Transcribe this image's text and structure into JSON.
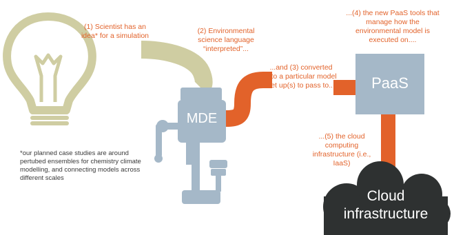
{
  "labels": {
    "step1": "(1) Scientist has an idea* for a simulation",
    "step2": "(2) Environmental science language “interpreted”...",
    "step3": "...and (3) converted into a particular model set up(s) to pass to...",
    "step4": "...(4) the new PaaS tools that manage how the environmental model is executed on....",
    "step5": "...(5) the cloud computing infrastructure (i.e., IaaS)"
  },
  "footnote": "*our planned case studies are around pertubed ensembles for chemistry climate modelling, and connecting models across different scales",
  "nodes": {
    "mde": "MDE",
    "paas": "PaaS",
    "cloud_line1": "Cloud",
    "cloud_line2": "infrastructure"
  },
  "icons": [
    "lightbulb-icon",
    "meat-grinder-icon",
    "cloud-icon"
  ],
  "colors": {
    "accent_orange": "#e2622a",
    "pipe_khaki": "#cfcda2",
    "box_steel": "#a5b8c8",
    "cloud_dark": "#2e3131"
  }
}
